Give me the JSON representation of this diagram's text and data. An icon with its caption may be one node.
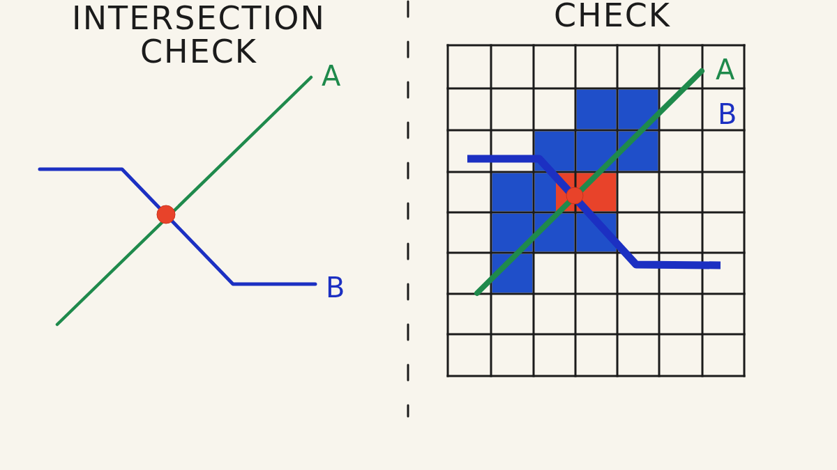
{
  "diagram": {
    "labels": [
      "INTERSECTION CHECK",
      "CHECK",
      "A",
      "B",
      "A",
      "B"
    ]
  }
}
